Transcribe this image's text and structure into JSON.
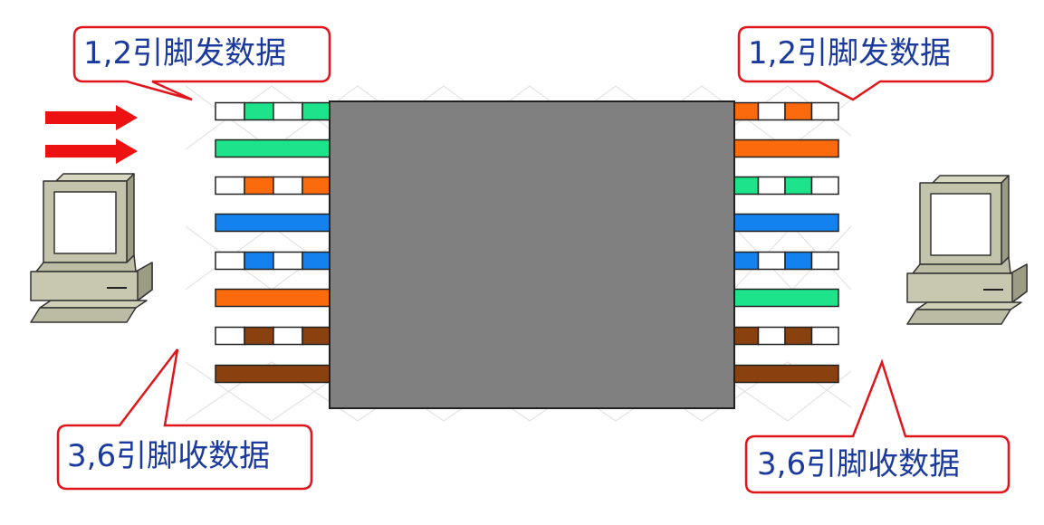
{
  "callouts": {
    "top_left": "1,2引脚发数据",
    "top_right": "1,2引脚发数据",
    "bottom_left": "3,6引脚收数据",
    "bottom_right": "3,6引脚收数据"
  },
  "colors": {
    "callout_border": "#e0161c",
    "callout_text": "#1a3a9e",
    "arrow": "#ee1111",
    "cable_body": "#808080",
    "green": "#1de38a",
    "orange": "#fb6a0c",
    "blue": "#1482ee",
    "brown": "#8a4110"
  },
  "left_wires": [
    {
      "color": "green",
      "striped": true
    },
    {
      "color": "green",
      "striped": false
    },
    {
      "color": "orange",
      "striped": true
    },
    {
      "color": "blue",
      "striped": false
    },
    {
      "color": "blue",
      "striped": true
    },
    {
      "color": "orange",
      "striped": false
    },
    {
      "color": "brown",
      "striped": true
    },
    {
      "color": "brown",
      "striped": false
    }
  ],
  "right_wires": [
    {
      "color": "orange",
      "striped": true
    },
    {
      "color": "orange",
      "striped": false
    },
    {
      "color": "green",
      "striped": true
    },
    {
      "color": "blue",
      "striped": false
    },
    {
      "color": "blue",
      "striped": true
    },
    {
      "color": "green",
      "striped": false
    },
    {
      "color": "brown",
      "striped": true
    },
    {
      "color": "brown",
      "striped": false
    }
  ],
  "icons": [
    "left-computer-icon",
    "right-computer-icon",
    "arrow-icon"
  ]
}
